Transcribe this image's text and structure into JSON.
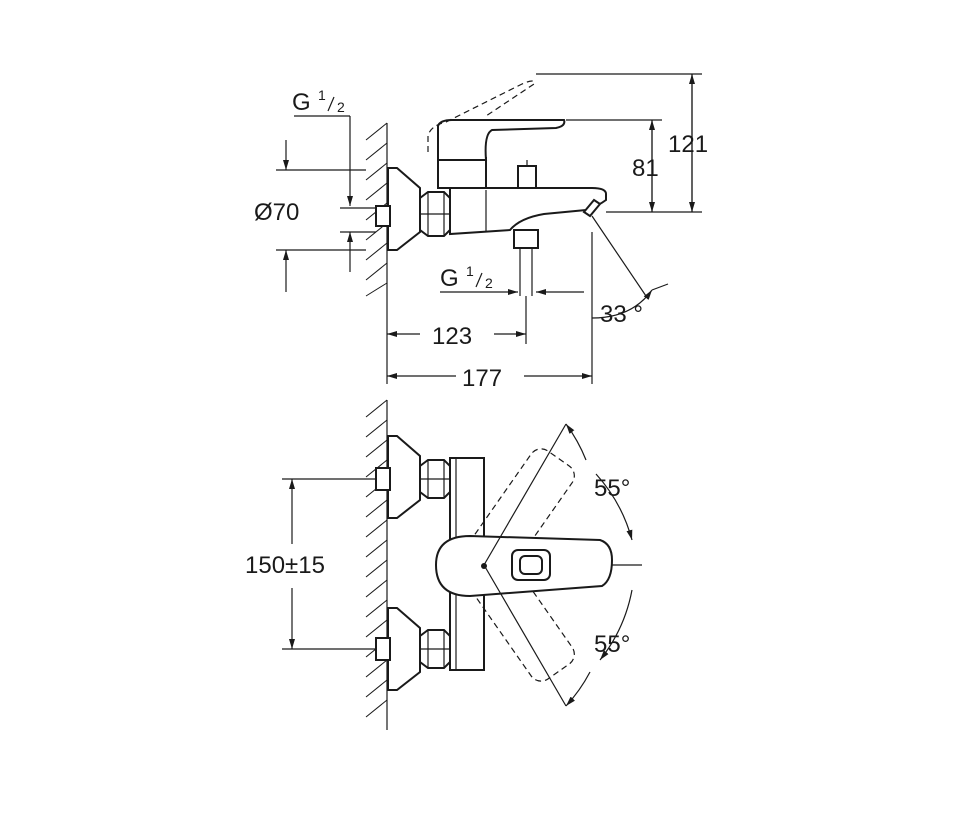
{
  "side_view": {
    "thread_top": {
      "main": "G",
      "sup": "1",
      "sub": "2"
    },
    "thread_bottom": {
      "main": "G",
      "sup": "1",
      "sub": "2"
    },
    "diameter": "Ø70",
    "height_total": "121",
    "height_spout": "81",
    "depth_outlet": "123",
    "depth_total": "177",
    "spout_angle": "33 °"
  },
  "top_view": {
    "center_distance": "150±15",
    "lever_angle_upper": "55°",
    "lever_angle_lower": "55°"
  }
}
